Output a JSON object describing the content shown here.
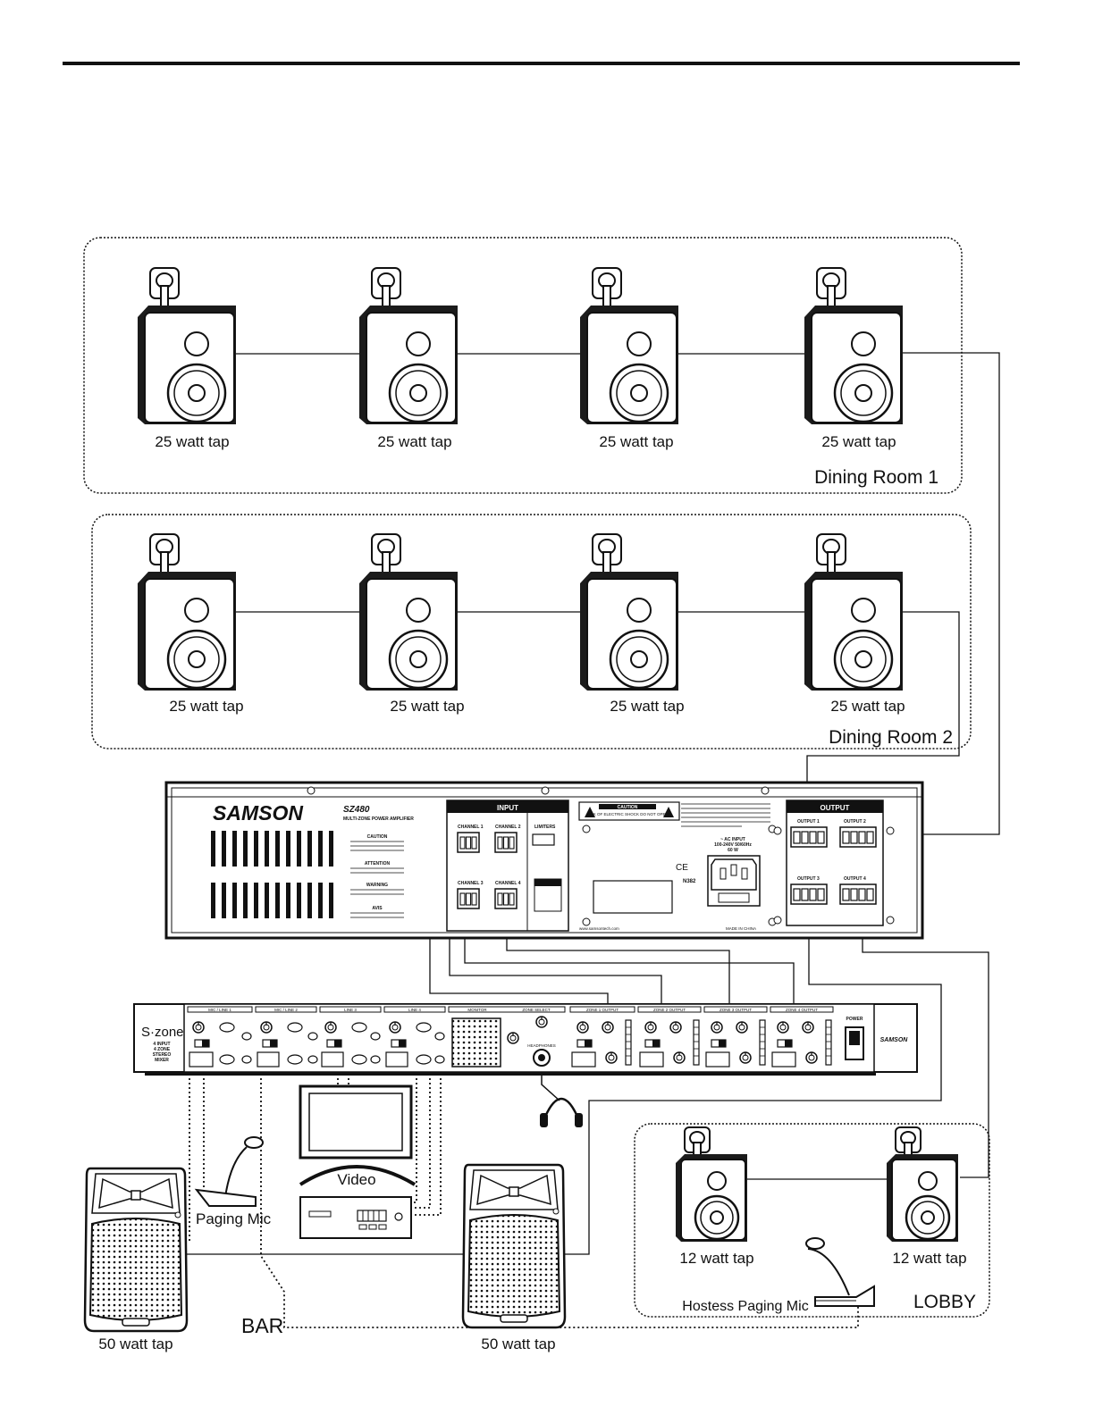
{
  "zones": {
    "dining1": {
      "label": "Dining Room 1",
      "taps": [
        "25 watt tap",
        "25 watt tap",
        "25 watt tap",
        "25 watt tap"
      ]
    },
    "dining2": {
      "label": "Dining Room 2",
      "taps": [
        "25 watt tap",
        "25 watt tap",
        "25 watt tap",
        "25 watt tap"
      ]
    },
    "lobby": {
      "label": "LOBBY",
      "taps": [
        "12 watt tap",
        "12 watt tap"
      ],
      "mic": "Hostess Paging Mic"
    },
    "bar": {
      "label": "BAR",
      "taps": [
        "50 watt tap",
        "50 watt tap"
      ]
    }
  },
  "amp": {
    "brand": "SAMSON",
    "model": "SZ480",
    "subtitle": "MULTI-ZONE POWER AMPLIFIER",
    "input_label": "INPUT",
    "output_label": "OUTPUT",
    "channels": [
      "CHANNEL 1",
      "CHANNEL 2",
      "CHANNEL 3",
      "CHANNEL 4"
    ],
    "outputs": [
      "OUTPUT 1",
      "OUTPUT 2",
      "OUTPUT 3",
      "OUTPUT 4"
    ],
    "limiters": "LIMITERS",
    "caution": "CAUTION",
    "attention": "ATTENTION",
    "warning": "WARNING",
    "avis": "AVIS",
    "caution_badge": "CAUTION",
    "shock_text": "RISK OF ELECTRIC SHOCK DO NOT OPEN",
    "ac_input": "~ AC INPUT",
    "ac_spec": "100-240V 50/60Hz",
    "ac_watts": "60 W",
    "origin": "MADE IN CHINA",
    "ce": "CE",
    "cert": "N382",
    "web": "www.samsontech.com"
  },
  "mixer": {
    "brand": "S·zone",
    "desc": [
      "4 INPUT",
      "4 ZONE",
      "STEREO",
      "MIXER"
    ],
    "sections": [
      "MIC / LINE 1",
      "MIC / LINE 2",
      "LINE 3",
      "LINE 4",
      "MONITOR",
      "ZONE SELECT",
      "ZONE 1 OUTPUT",
      "ZONE 2 OUTPUT",
      "ZONE 3 OUTPUT",
      "ZONE 4 OUTPUT"
    ],
    "power": "POWER",
    "logo": "SAMSON",
    "headphones": "HEADPHONES"
  },
  "devices": {
    "video": "Video",
    "paging_mic": "Paging Mic"
  },
  "colors": {
    "ink": "#111111",
    "panel": "#ffffff",
    "speaker": "#1b1b1b"
  }
}
